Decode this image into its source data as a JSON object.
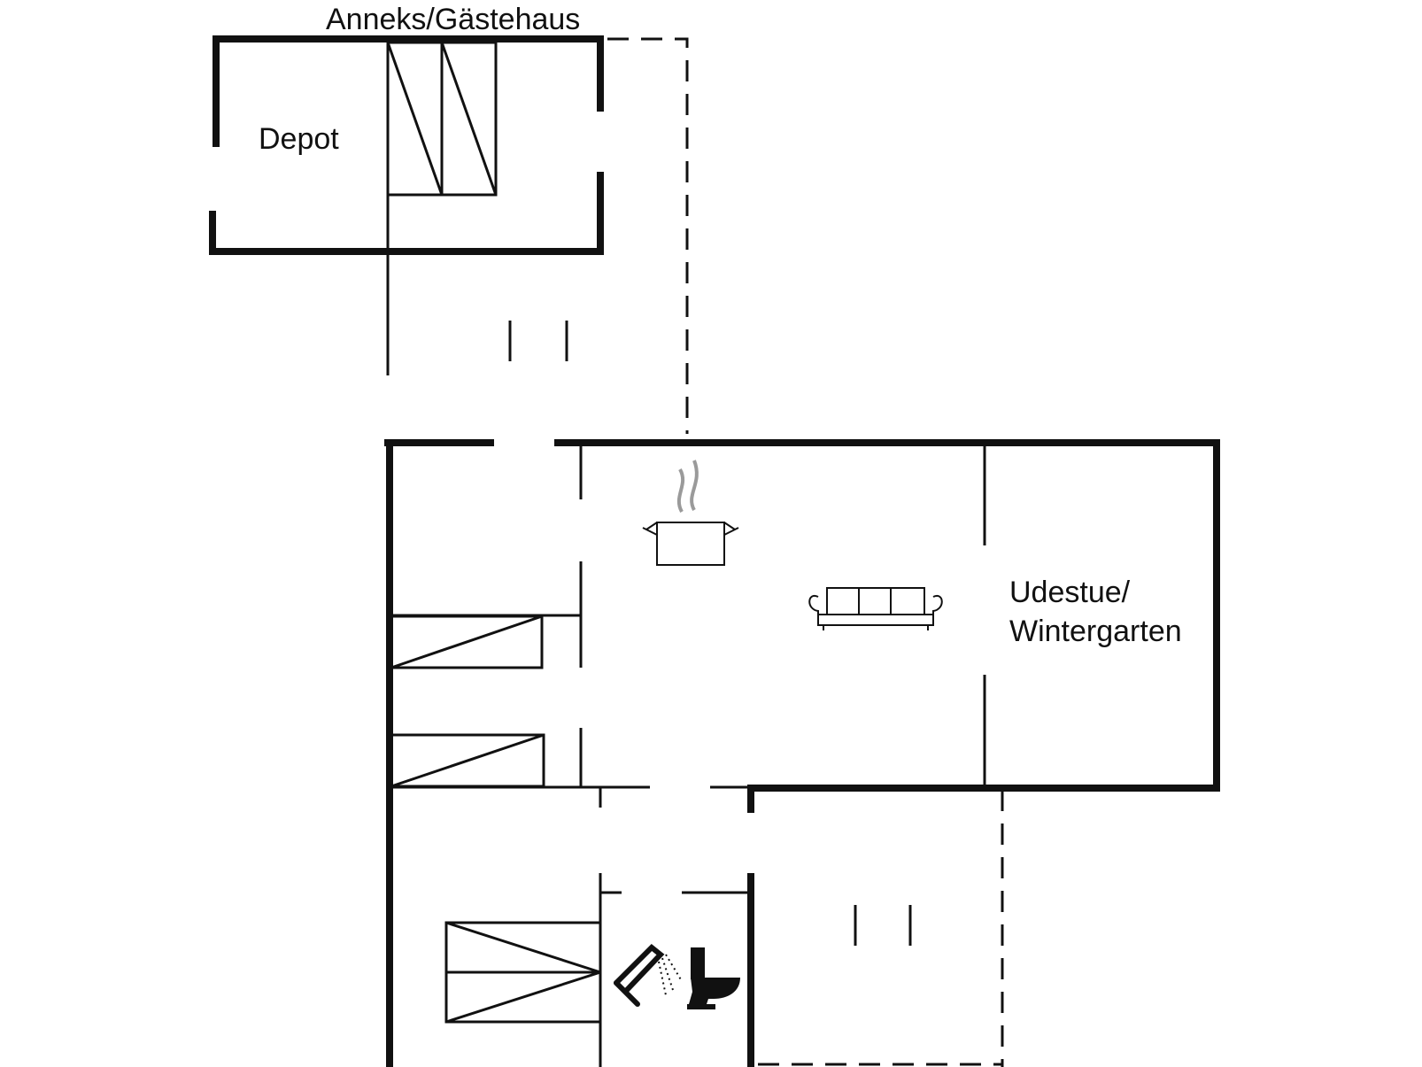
{
  "labels": {
    "annex": "Anneks/Gästehaus",
    "depot": "Depot",
    "sunroom_line1": "Udestue/",
    "sunroom_line2": "Wintergarten"
  },
  "icons": [
    "cooking-pot-icon",
    "sofa-icon",
    "shower-icon",
    "toilet-icon"
  ],
  "colors": {
    "line": "#111111",
    "background": "#ffffff",
    "steam": "#9a9a9a"
  }
}
